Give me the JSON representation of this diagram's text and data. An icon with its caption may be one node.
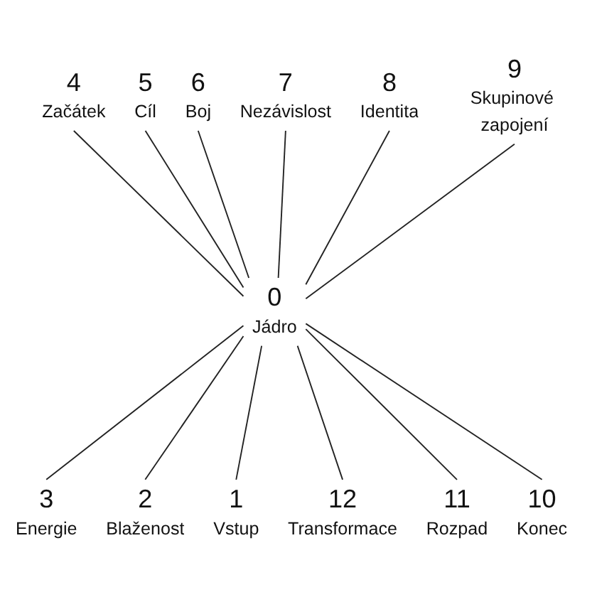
{
  "diagram": {
    "nodes": [
      {
        "text": [
          "0",
          "Jádro"
        ]
      },
      {
        "text": [
          "1",
          "Vstup"
        ]
      },
      {
        "text": [
          "2",
          "Blaženost"
        ]
      },
      {
        "text": [
          "3",
          "Energie"
        ]
      },
      {
        "text": [
          "4",
          "Začátek"
        ]
      },
      {
        "text": [
          "5",
          "Cíl"
        ]
      },
      {
        "text": [
          "6",
          "Boj"
        ]
      },
      {
        "text": [
          "7",
          "Nezávislost"
        ]
      },
      {
        "text": [
          "8",
          "Identita"
        ]
      },
      {
        "text": [
          "9",
          "Skupinové zapojení"
        ]
      },
      {
        "text": [
          "10",
          "Konec"
        ]
      },
      {
        "text": [
          "11",
          "Rozpad"
        ]
      },
      {
        "text": [
          "12",
          "Transformace"
        ]
      }
    ],
    "edges": [
      {
        "from": 4,
        "to": 0,
        "arrow": "none"
      },
      {
        "from": 5,
        "to": 0,
        "arrow": "none"
      },
      {
        "from": 6,
        "to": 0,
        "arrow": "none"
      },
      {
        "from": 7,
        "to": 0,
        "arrow": "none"
      },
      {
        "from": 8,
        "to": 0,
        "arrow": "none"
      },
      {
        "from": 9,
        "to": 0,
        "arrow": "none"
      },
      {
        "from": 0,
        "to": 3,
        "arrow": "none"
      },
      {
        "from": 0,
        "to": 2,
        "arrow": "none"
      },
      {
        "from": 0,
        "to": 1,
        "arrow": "none"
      },
      {
        "from": 0,
        "to": 12,
        "arrow": "none"
      },
      {
        "from": 0,
        "to": 11,
        "arrow": "none"
      },
      {
        "from": 0,
        "to": 10,
        "arrow": "none"
      }
    ]
  }
}
